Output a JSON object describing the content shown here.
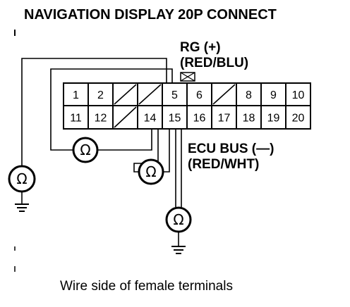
{
  "title": "NAVIGATION DISPLAY 20P CONNECT",
  "rg_label": "RG (+)",
  "rg_wire": "(RED/BLU)",
  "ecu_label": "ECU BUS (—)",
  "ecu_wire": "(RED/WHT)",
  "caption": "Wire side of female terminals",
  "omega": "Ω",
  "top_row": [
    "1",
    "2",
    "",
    "",
    "5",
    "6",
    "",
    "8",
    "9",
    "10"
  ],
  "bottom_row": [
    "11",
    "12",
    "",
    "14",
    "15",
    "16",
    "17",
    "18",
    "19",
    "20"
  ],
  "top_row_blank_cells": [
    2,
    3,
    6
  ],
  "bottom_row_blank_cells": [
    2
  ],
  "meter_icon": "ohmmeter-icon",
  "ground_icon": "ground-icon"
}
